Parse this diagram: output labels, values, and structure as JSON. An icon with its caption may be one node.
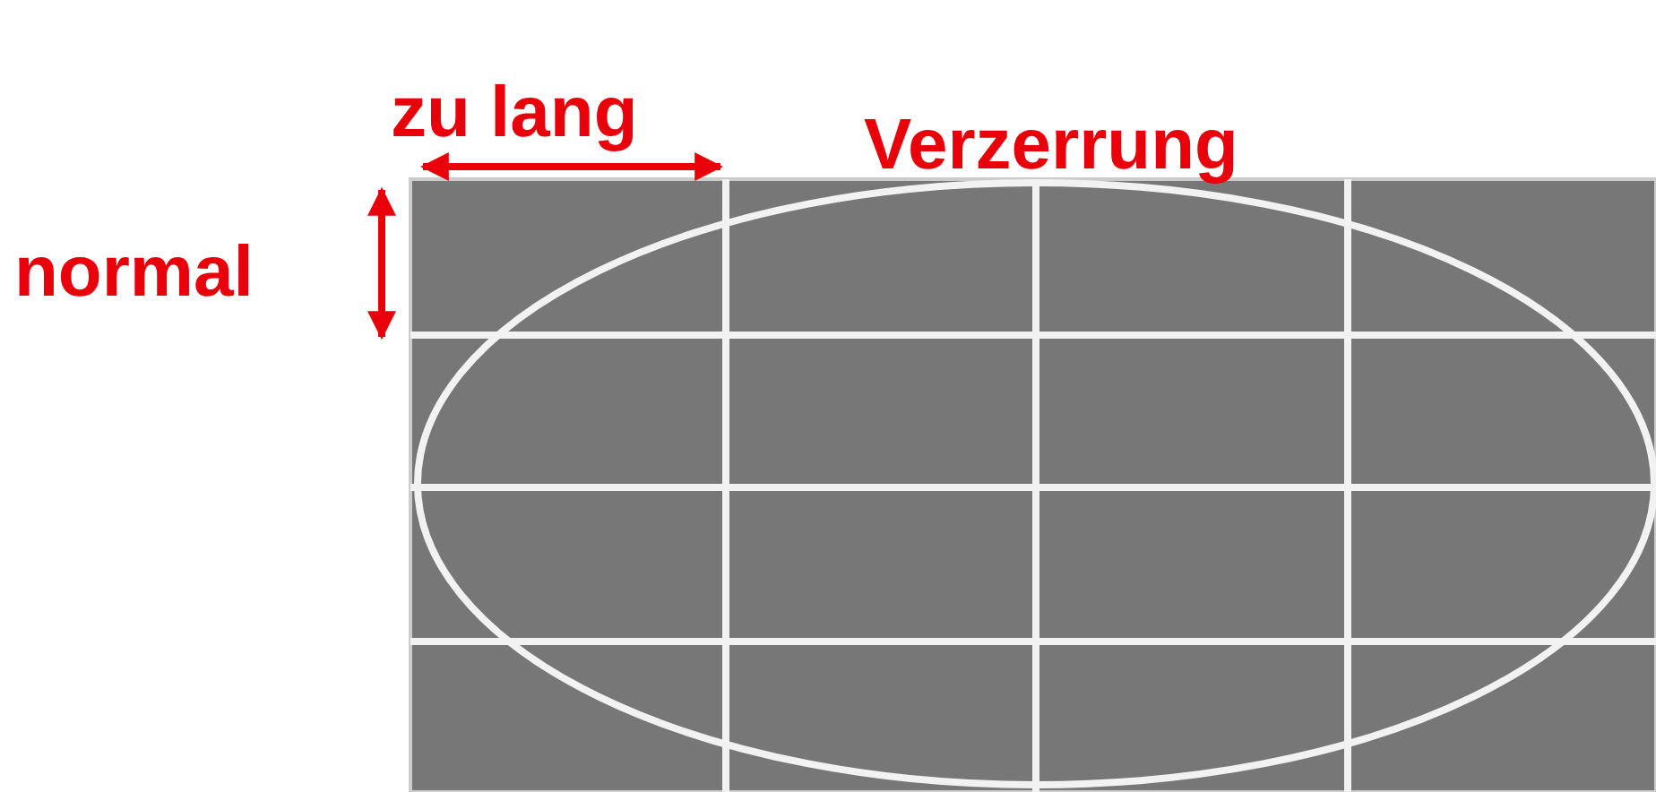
{
  "diagram": {
    "labels": [
      "zu lang",
      "Verzerrung",
      "normal"
    ]
  }
}
